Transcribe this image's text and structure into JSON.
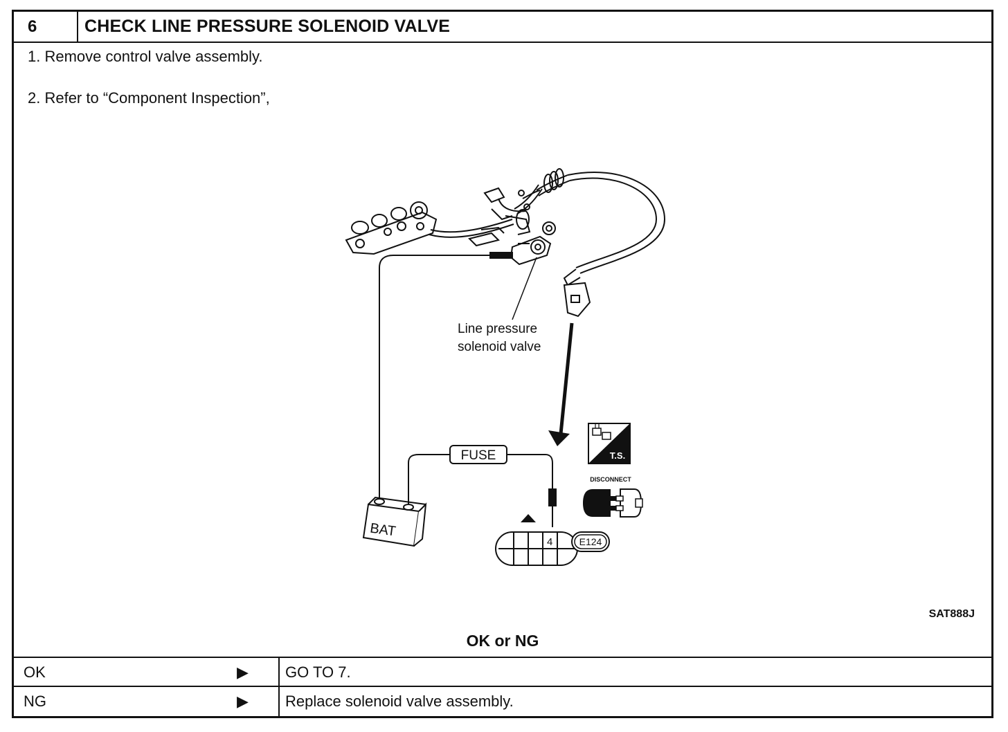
{
  "step": {
    "number": "6",
    "title": "CHECK LINE PRESSURE SOLENOID VALVE"
  },
  "instructions": [
    "1.  Remove control valve assembly.",
    "2.  Refer to “Component Inspection”,"
  ],
  "figure": {
    "callout": [
      "Line  pressure",
      "solenoid  valve"
    ],
    "fuse_label": "FUSE",
    "battery_label": "BAT",
    "terminal_number": "4",
    "connector_code": "E124",
    "ts_badge": "T.S.",
    "disconnect_label": "DISCONNECT",
    "figure_code": "SAT888J"
  },
  "result": {
    "title": "OK or NG",
    "rows": [
      {
        "key": "OK",
        "arrow": "▶",
        "action": "GO TO 7."
      },
      {
        "key": "NG",
        "arrow": "▶",
        "action": "Replace solenoid valve assembly."
      }
    ]
  }
}
